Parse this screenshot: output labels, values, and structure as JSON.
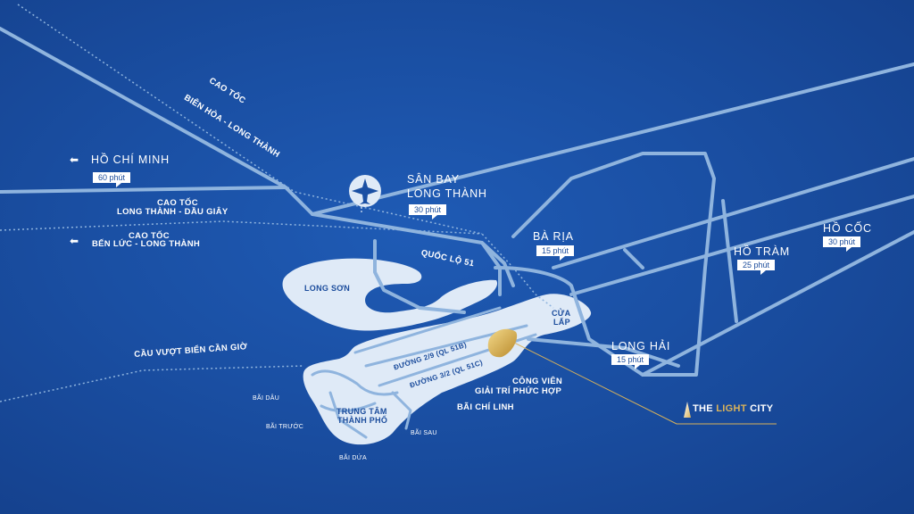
{
  "colors": {
    "background": "#1a4fa3",
    "road": "#8fb4de",
    "land": "#dfeaf7",
    "gold": "#d9b25a",
    "label": "#ffffff",
    "tag_text": "#1b4c9c"
  },
  "destinations": {
    "ho_chi_minh": {
      "name": "HỒ CHÍ MINH",
      "time": "60 phút"
    },
    "san_bay_1": "SÂN BAY",
    "san_bay_2": "LONG THÀNH",
    "san_bay_time": "30 phút",
    "ba_ria": {
      "name": "BÀ RỊA",
      "time": "15 phút"
    },
    "ho_tram": {
      "name": "HỒ TRÀM",
      "time": "25 phút"
    },
    "ho_coc": {
      "name": "HỒ CỐC",
      "time": "30 phút"
    },
    "long_hai": {
      "name": "LONG HẢI",
      "time": "15 phút"
    }
  },
  "roads": {
    "bien_hoa_1": "CAO TỐC",
    "bien_hoa_2": "BIÊN HÒA - LONG THÀNH",
    "long_thanh_dau_giay_1": "CAO TỐC",
    "long_thanh_dau_giay_2": "LONG THÀNH - DẦU GIÂY",
    "ben_luc_1": "CAO TỐC",
    "ben_luc_2": "BẾN LỨC - LONG THÀNH",
    "quoc_lo_51": "QUỐC LỘ 51",
    "cau_vuot": "CẦU VƯỢT BIỂN CẦN GIỜ",
    "duong_2_9": "ĐƯỜNG 2/9 (QL 51B)",
    "duong_3_2": "ĐƯỜNG 3/2 (QL 51C)"
  },
  "places": {
    "long_son": "LONG SƠN",
    "cua_lap_1": "CỬA",
    "cua_lap_2": "LẤP",
    "trung_tam_1": "TRUNG TÂM",
    "trung_tam_2": "THÀNH PHỐ",
    "cong_vien_1": "CÔNG VIÊN",
    "cong_vien_2": "GIẢI TRÍ PHỨC HỢP",
    "bai_chi_linh": "BÃI CHÍ LINH"
  },
  "beaches": {
    "bai_dau": "BÃI DÂU",
    "bai_truoc": "BÃI TRƯỚC",
    "bai_sau": "BÃI SAU",
    "bai_dua": "BÃI DỨA"
  },
  "brand": {
    "part1": "THE ",
    "part2": "LIGHT",
    "part3": " CITY",
    "icon": "tower-logo-icon"
  },
  "icons": {
    "airport": "airplane-icon",
    "arrow": "left-arrow-icon"
  }
}
